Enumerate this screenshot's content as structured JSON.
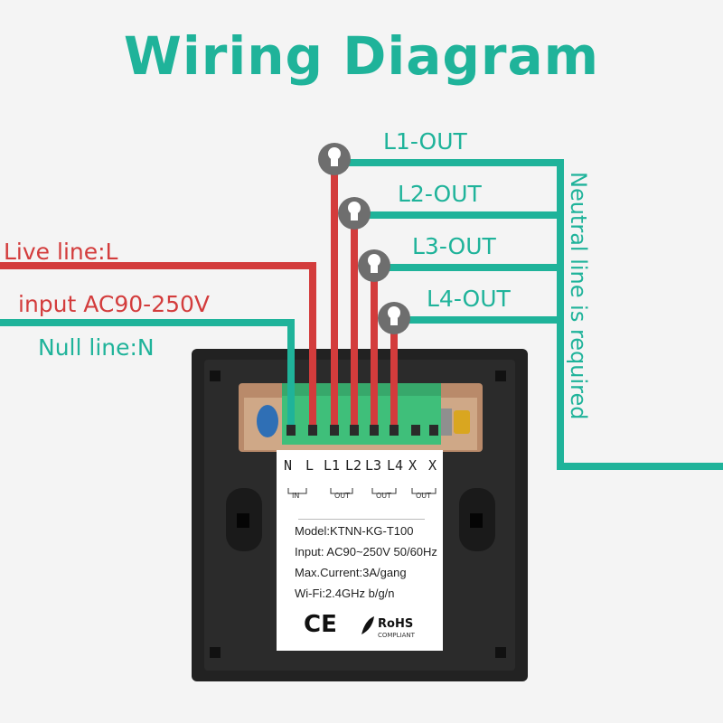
{
  "title": "Wiring Diagram",
  "labels": {
    "live": "Live line:L",
    "input": "input AC90-250V",
    "null": "Null line:N",
    "neutral": "Neutral line is required"
  },
  "outputs": [
    "L1-OUT",
    "L2-OUT",
    "L3-OUT",
    "L4-OUT"
  ],
  "terminals": [
    "N",
    "L",
    "L1",
    "L2",
    "L3",
    "L4",
    "X",
    "X"
  ],
  "terminal_groups": [
    "IN",
    "OUT",
    "OUT",
    "OUT"
  ],
  "spec": {
    "model": "Model:KTNN-KG-T100",
    "input": "Input:  AC90~250V 50/60Hz",
    "current": "Max.Current:3A/gang",
    "wifi": "Wi-Fi:2.4GHz  b/g/n",
    "ce": "CE",
    "rohs": "RoHS",
    "compliant": "COMPLIANT"
  },
  "colors": {
    "teal": "#1fb39a",
    "red": "#d33c3c",
    "panel": "#232323",
    "terminal_block": "#3fbf7a",
    "bulb": "#6e6e6e"
  },
  "icons": [
    "light-bulb-icon",
    "ce-mark-icon",
    "rohs-leaf-icon"
  ]
}
